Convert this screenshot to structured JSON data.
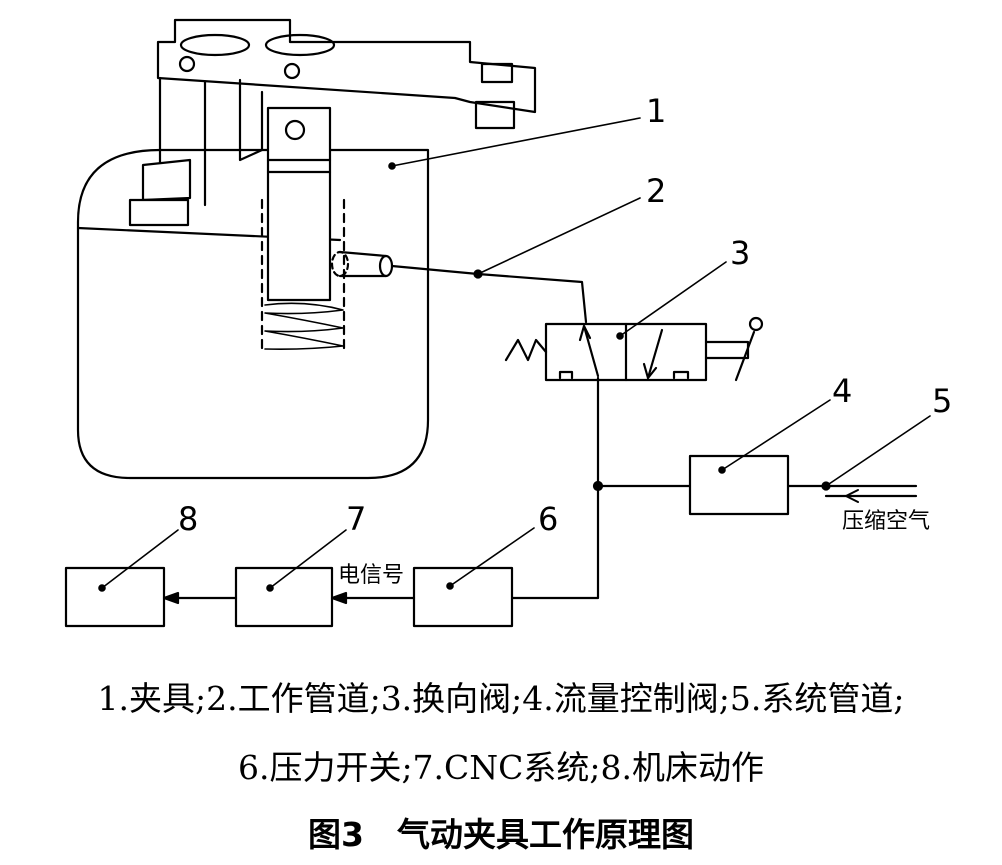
{
  "labels": {
    "n1": "1",
    "n2": "2",
    "n3": "3",
    "n4": "4",
    "n5": "5",
    "n6": "6",
    "n7": "7",
    "n8": "8"
  },
  "annotations": {
    "compressed_air": "压缩空气",
    "electric_signal": "电信号"
  },
  "legend": {
    "line1": "1.夹具;2.工作管道;3.换向阀;4.流量控制阀;5.系统管道;",
    "line2": "6.压力开关;7.CNC系统;8.机床动作"
  },
  "caption": "图3　气动夹具工作原理图"
}
